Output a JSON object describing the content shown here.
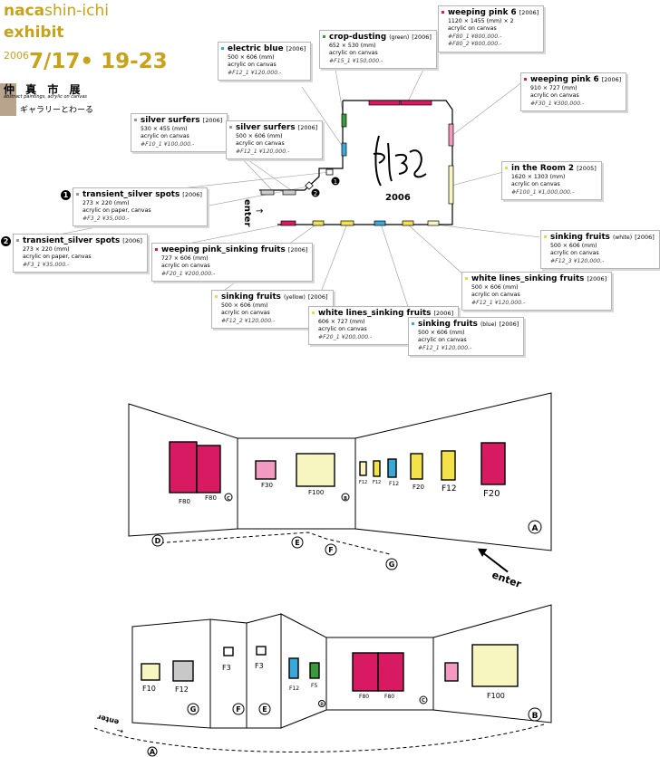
{
  "header": {
    "brand_naca": "naca",
    "brand_shin": "shin-ichi",
    "exhibit": "exhibit",
    "year": "2006",
    "dates": "7/17• 19-23",
    "jp_title": "仲 真 市 展",
    "jp_subtitle": "abstract paintings, acrylic on canvas",
    "jp_gallery": "ギャラリーとわーる"
  },
  "floorplan": {
    "logo_year": "2006",
    "enter": "enter",
    "marker_1": "1",
    "marker_2": "2"
  },
  "labels": [
    {
      "id": "electric-blue",
      "title": "electric blue",
      "title_note": "",
      "year": "[2006]",
      "size": "500 × 606",
      "unit": "(mm)",
      "medium": "acrylic on canvas",
      "price": "#F12_1  ¥120,000.-",
      "dot": "#3aa8d8"
    },
    {
      "id": "crop-dusting",
      "title": "crop-dusting",
      "title_note": "(green)",
      "year": "[2006]",
      "size": "652 × 530",
      "unit": "(mm)",
      "medium": "acrylic on canvas",
      "price": "#F15_1  ¥150,000.-",
      "dot": "#3a9a3a"
    },
    {
      "id": "weeping-pink-6a",
      "title": "weeping pink 6",
      "title_note": "",
      "year": "[2006]",
      "size": "1120 × 1455",
      "unit": "(mm) × 2",
      "medium": "acrylic on canvas",
      "price": "#F80_1  ¥800,000.-",
      "price2": "#F80_2  ¥800,000.-",
      "dot": "#d81a62"
    },
    {
      "id": "weeping-pink-6b",
      "title": "weeping pink 6",
      "title_note": "",
      "year": "[2006]",
      "size": "910 × 727",
      "unit": "(mm)",
      "medium": "acrylic on canvas",
      "price": "#F30_1  ¥300,000.-",
      "dot": "#d81a62"
    },
    {
      "id": "silver-surfers-1",
      "title": "silver surfers",
      "title_note": "",
      "year": "[2006]",
      "size": "530 × 455",
      "unit": "(mm)",
      "medium": "acrylic on canvas",
      "price": "#F10_1  ¥100,000.-",
      "dot": "#999999"
    },
    {
      "id": "silver-surfers-2",
      "title": "silver surfers",
      "title_note": "",
      "year": "[2006]",
      "size": "500 × 606",
      "unit": "(mm)",
      "medium": "acrylic on canvas",
      "price": "#F12_1  ¥120,000.-",
      "dot": "#999999"
    },
    {
      "id": "in-the-room-2",
      "title": "in the Room 2",
      "title_note": "",
      "year": "[2005]",
      "size": "1620 × 1303",
      "unit": "(mm)",
      "medium": "acrylic on canvas",
      "price": "#F100_1  ¥1,000,000.-",
      "dot": "#e8d84a"
    },
    {
      "id": "transient-1",
      "title": "transient_silver spots",
      "title_note": "",
      "year": "[2006]",
      "size": "273 × 220",
      "unit": "(mm)",
      "medium": "acrylic on paper, canvas",
      "price": "#F3_2  ¥35,000.-",
      "dot": "#999999",
      "marker": "1"
    },
    {
      "id": "transient-2",
      "title": "transient_silver spots",
      "title_note": "",
      "year": "[2006]",
      "size": "273 × 220",
      "unit": "(mm)",
      "medium": "acrylic on paper, canvas",
      "price": "#F3_1  ¥35,000.-",
      "dot": "#999999",
      "marker": "2"
    },
    {
      "id": "sinking-white",
      "title": "sinking fruits",
      "title_note": "(white)",
      "year": "[2006]",
      "size": "500 × 606",
      "unit": "(mm)",
      "medium": "acrylic on canvas",
      "price": "#F12_3  ¥120,000.-",
      "dot": "#e8d84a"
    },
    {
      "id": "weeping-pink-sinking",
      "title": "weeping pink_sinking fruits",
      "title_note": "",
      "year": "[2006]",
      "size": "727 × 606",
      "unit": "(mm)",
      "medium": "acrylic on canvas",
      "price": "#F20_1  ¥200,000.-",
      "dot": "#d81a62"
    },
    {
      "id": "white-lines-sinking-1",
      "title": "white lines_sinking fruits",
      "title_note": "",
      "year": "[2006]",
      "size": "500 × 606",
      "unit": "(mm)",
      "medium": "acrylic on canvas",
      "price": "#F12_1  ¥120,000.-",
      "dot": "#e8d84a"
    },
    {
      "id": "sinking-yellow",
      "title": "sinking fruits",
      "title_note": "(yellow)",
      "year": "[2006]",
      "size": "500 × 606",
      "unit": "(mm)",
      "medium": "acrylic on canvas",
      "price": "#F12_2  ¥120,000.-",
      "dot": "#e8d84a"
    },
    {
      "id": "white-lines-sinking-2",
      "title": "white lines_sinking fruits",
      "title_note": "",
      "year": "[2006]",
      "size": "606 × 727",
      "unit": "(mm)",
      "medium": "acrylic on canvas",
      "price": "#F20_1  ¥200,000.-",
      "dot": "#e8d84a"
    },
    {
      "id": "sinking-blue",
      "title": "sinking fruits",
      "title_note": "(blue)",
      "year": "[2006]",
      "size": "500 × 606",
      "unit": "(mm)",
      "medium": "acrylic on canvas",
      "price": "#F12_1  ¥120,000.-",
      "dot": "#3aa8d8"
    }
  ],
  "view1": {
    "F80a": "F80",
    "F80b": "F80",
    "F30": "F30",
    "F100": "F100",
    "F12a": "F12",
    "F12b": "F12",
    "F12c": "F12",
    "F20a": "F20",
    "F12d": "F12",
    "F20b": "F20",
    "A": "A",
    "B": "B",
    "C": "C",
    "D": "D",
    "E": "E",
    "F": "F",
    "G": "G",
    "enter": "enter"
  },
  "view2": {
    "F10": "F10",
    "F12a": "F12",
    "F3a": "F3",
    "F3b": "F3",
    "F12b": "F12",
    "F5": "F5",
    "F80a": "F80",
    "F80b": "F80",
    "F100": "F100",
    "G": "G",
    "F": "F",
    "E": "E",
    "D": "D",
    "C": "C",
    "B": "B",
    "A": "A",
    "enter": "enter"
  },
  "colors": {
    "gold": "#c8a21a",
    "pink": "#d81a62",
    "yellow": "#f4e24a",
    "blue": "#3aa8d8",
    "green": "#3a9a3a",
    "lightpink": "#f29ac0",
    "cream": "#f8f6c0"
  }
}
